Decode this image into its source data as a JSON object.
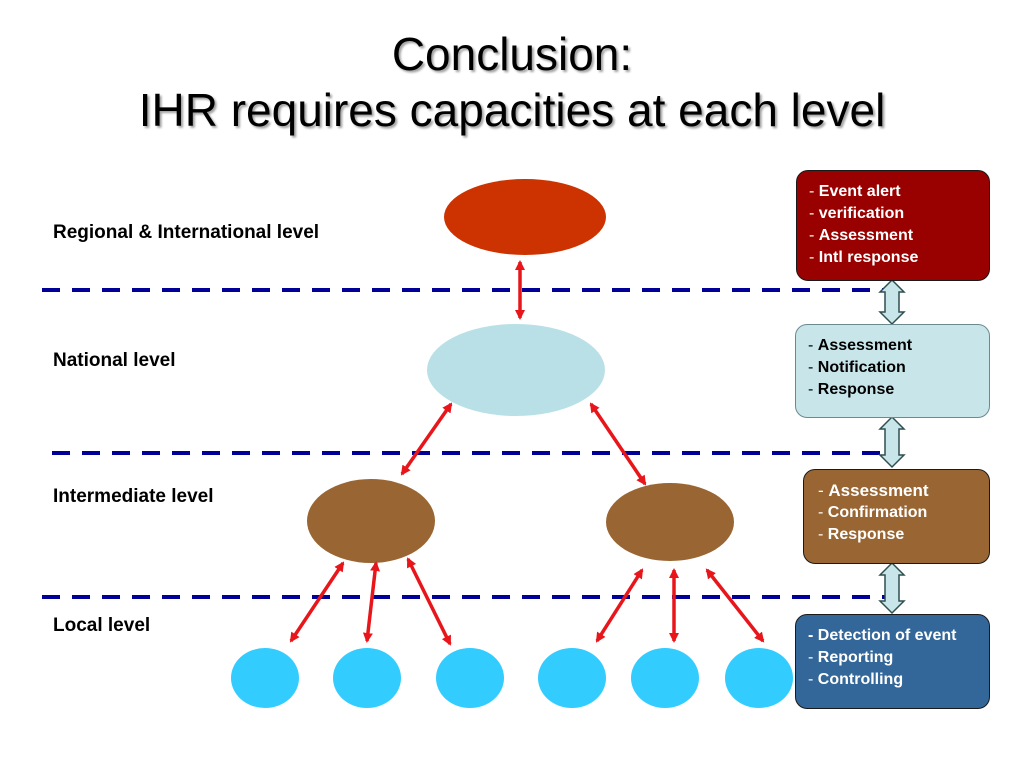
{
  "title": {
    "line1": "Conclusion:",
    "line2": "IHR requires capacities at each level"
  },
  "levels": [
    {
      "label": "Regional & International level"
    },
    {
      "label": "National level"
    },
    {
      "label": "Intermediate level"
    },
    {
      "label": "Local level"
    }
  ],
  "boxes": [
    {
      "items": [
        "Event alert",
        "verification",
        "Assessment",
        "Intl response"
      ],
      "color": "#990000",
      "text_color": "#ffffff"
    },
    {
      "items": [
        "Assessment",
        "Notification",
        "Response"
      ],
      "color": "#c8e6ea",
      "text_color": "#000000"
    },
    {
      "items": [
        "Assessment",
        "Confirmation",
        "Response"
      ],
      "color": "#996633",
      "text_color": "#ffffff"
    },
    {
      "items": [
        "Detection of event",
        "Reporting",
        "Controlling"
      ],
      "color": "#336699",
      "text_color": "#ffffff"
    }
  ],
  "colors": {
    "regional_node": "#cc3300",
    "national_node": "#b8e0e6",
    "intermediate_node": "#996633",
    "local_node": "#33ccff",
    "arrow": "#e8161b",
    "divider": "#000099",
    "connector_fill": "#c8e6ea"
  }
}
